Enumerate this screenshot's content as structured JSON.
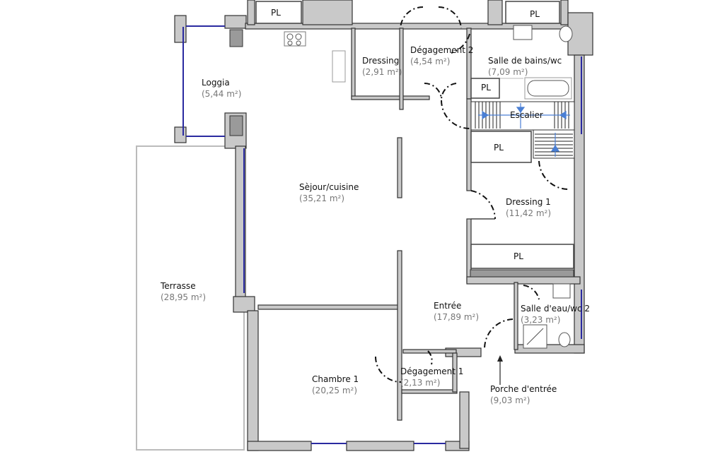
{
  "rooms": [
    {
      "name": "Loggia",
      "area": "(5,44 m²)"
    },
    {
      "name": "Dressing",
      "area": "(2,91 m²)"
    },
    {
      "name": "Dégagement 2",
      "area": "(4,54 m²)"
    },
    {
      "name": "Salle de bains/wc",
      "area": "(7,09 m²)"
    },
    {
      "name": "Escalier"
    },
    {
      "name": "Sèjour/cuisine",
      "area": "(35,21 m²)"
    },
    {
      "name": "Dressing 1",
      "area": "(11,42 m²)"
    },
    {
      "name": "Terrasse",
      "area": "(28,95 m²)"
    },
    {
      "name": "Entrée",
      "area": "(17,89 m²)"
    },
    {
      "name": "Salle d'eau/wc 2",
      "area": "(3,23 m²)"
    },
    {
      "name": "Chambre 1",
      "area": "(20,25 m²)"
    },
    {
      "name": "Dégagement 1",
      "area": "(2,13 m²)"
    },
    {
      "name": "Porche d'entrée",
      "area": "(9,03 m²)"
    }
  ],
  "closet_label": "PL",
  "colors": {
    "wall": "#c9c9c9",
    "window": "#2a2aa0",
    "stair_arrow": "#4a7fd4"
  }
}
